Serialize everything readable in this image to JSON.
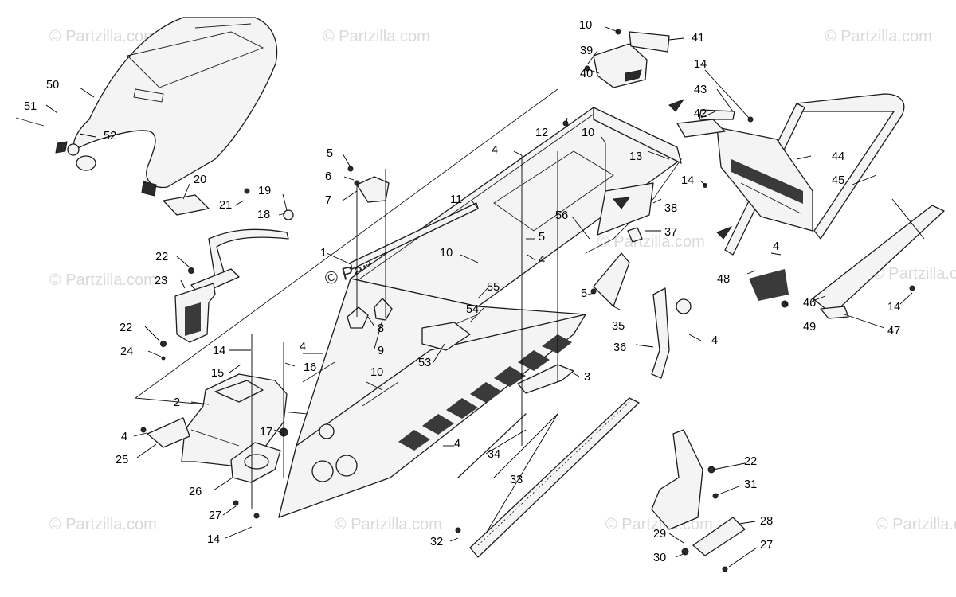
{
  "watermark": {
    "text": "© Partzilla.com"
  },
  "callouts": [
    {
      "id": "c1",
      "label": "1"
    },
    {
      "id": "c2",
      "label": "2"
    },
    {
      "id": "c3",
      "label": "3"
    },
    {
      "id": "c4a",
      "label": "4"
    },
    {
      "id": "c4b",
      "label": "4"
    },
    {
      "id": "c4c",
      "label": "4"
    },
    {
      "id": "c4d",
      "label": "4"
    },
    {
      "id": "c4e",
      "label": "4"
    },
    {
      "id": "c4f",
      "label": "4"
    },
    {
      "id": "c4g",
      "label": "4"
    },
    {
      "id": "c5a",
      "label": "5"
    },
    {
      "id": "c5b",
      "label": "5"
    },
    {
      "id": "c5c",
      "label": "5"
    },
    {
      "id": "c6",
      "label": "6"
    },
    {
      "id": "c7",
      "label": "7"
    },
    {
      "id": "c8",
      "label": "8"
    },
    {
      "id": "c9",
      "label": "9"
    },
    {
      "id": "c10a",
      "label": "10"
    },
    {
      "id": "c10b",
      "label": "10"
    },
    {
      "id": "c10c",
      "label": "10"
    },
    {
      "id": "c10d",
      "label": "10"
    },
    {
      "id": "c11",
      "label": "11"
    },
    {
      "id": "c12",
      "label": "12"
    },
    {
      "id": "c13",
      "label": "13"
    },
    {
      "id": "c14a",
      "label": "14"
    },
    {
      "id": "c14b",
      "label": "14"
    },
    {
      "id": "c14c",
      "label": "14"
    },
    {
      "id": "c14d",
      "label": "14"
    },
    {
      "id": "c14e",
      "label": "14"
    },
    {
      "id": "c15",
      "label": "15"
    },
    {
      "id": "c16",
      "label": "16"
    },
    {
      "id": "c17",
      "label": "17"
    },
    {
      "id": "c18",
      "label": "18"
    },
    {
      "id": "c19",
      "label": "19"
    },
    {
      "id": "c20",
      "label": "20"
    },
    {
      "id": "c21",
      "label": "21"
    },
    {
      "id": "c22a",
      "label": "22"
    },
    {
      "id": "c22b",
      "label": "22"
    },
    {
      "id": "c22c",
      "label": "22"
    },
    {
      "id": "c23",
      "label": "23"
    },
    {
      "id": "c24",
      "label": "24"
    },
    {
      "id": "c25",
      "label": "25"
    },
    {
      "id": "c26",
      "label": "26"
    },
    {
      "id": "c27a",
      "label": "27"
    },
    {
      "id": "c27b",
      "label": "27"
    },
    {
      "id": "c28",
      "label": "28"
    },
    {
      "id": "c29",
      "label": "29"
    },
    {
      "id": "c30",
      "label": "30"
    },
    {
      "id": "c31",
      "label": "31"
    },
    {
      "id": "c32",
      "label": "32"
    },
    {
      "id": "c33",
      "label": "33"
    },
    {
      "id": "c34",
      "label": "34"
    },
    {
      "id": "c35",
      "label": "35"
    },
    {
      "id": "c36",
      "label": "36"
    },
    {
      "id": "c37",
      "label": "37"
    },
    {
      "id": "c38",
      "label": "38"
    },
    {
      "id": "c39",
      "label": "39"
    },
    {
      "id": "c40",
      "label": "40"
    },
    {
      "id": "c41",
      "label": "41"
    },
    {
      "id": "c42",
      "label": "42"
    },
    {
      "id": "c43",
      "label": "43"
    },
    {
      "id": "c44",
      "label": "44"
    },
    {
      "id": "c45",
      "label": "45"
    },
    {
      "id": "c46",
      "label": "46"
    },
    {
      "id": "c47",
      "label": "47"
    },
    {
      "id": "c48",
      "label": "48"
    },
    {
      "id": "c49",
      "label": "49"
    },
    {
      "id": "c50",
      "label": "50"
    },
    {
      "id": "c51",
      "label": "51"
    },
    {
      "id": "c52",
      "label": "52"
    },
    {
      "id": "c53",
      "label": "53"
    },
    {
      "id": "c54",
      "label": "54"
    },
    {
      "id": "c55",
      "label": "55"
    },
    {
      "id": "c56",
      "label": "56"
    }
  ]
}
